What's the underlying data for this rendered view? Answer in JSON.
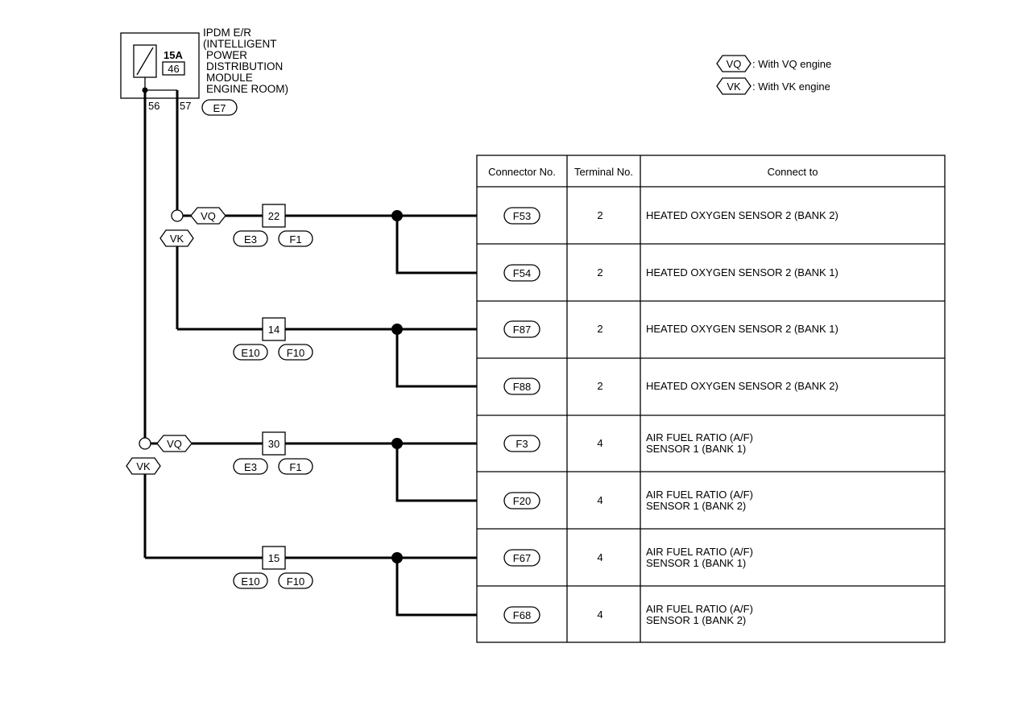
{
  "ipdm": {
    "fuse_rating": "15A",
    "fuse_number": "46",
    "title_lines": [
      "IPDM E/R",
      "(INTELLIGENT",
      "POWER",
      "DISTRIBUTION",
      "MODULE",
      "ENGINE ROOM)"
    ],
    "terminal_left": "56",
    "terminal_right": "57",
    "connector": "E7"
  },
  "legend": [
    {
      "tag": "VQ",
      "text": ": With VQ engine"
    },
    {
      "tag": "VK",
      "text": ": With VK engine"
    }
  ],
  "junctions": [
    {
      "number": "22",
      "connectors": [
        "E3",
        "F1"
      ]
    },
    {
      "number": "14",
      "connectors": [
        "E10",
        "F10"
      ]
    },
    {
      "number": "30",
      "connectors": [
        "E3",
        "F1"
      ]
    },
    {
      "number": "15",
      "connectors": [
        "E10",
        "F10"
      ]
    }
  ],
  "branch_tags": {
    "upper_vq": "VQ",
    "upper_vk": "VK",
    "lower_vq": "VQ",
    "lower_vk": "VK"
  },
  "table": {
    "headers": [
      "Connector No.",
      "Terminal No.",
      "Connect to"
    ],
    "rows": [
      {
        "connector": "F53",
        "terminal": "2",
        "connect_to": [
          "HEATED OXYGEN SENSOR 2 (BANK 2)"
        ]
      },
      {
        "connector": "F54",
        "terminal": "2",
        "connect_to": [
          "HEATED OXYGEN SENSOR 2 (BANK 1)"
        ]
      },
      {
        "connector": "F87",
        "terminal": "2",
        "connect_to": [
          "HEATED OXYGEN SENSOR 2 (BANK 1)"
        ]
      },
      {
        "connector": "F88",
        "terminal": "2",
        "connect_to": [
          "HEATED OXYGEN SENSOR 2 (BANK 2)"
        ]
      },
      {
        "connector": "F3",
        "terminal": "4",
        "connect_to": [
          "AIR FUEL RATIO (A/F)",
          "SENSOR 1 (BANK 1)"
        ]
      },
      {
        "connector": "F20",
        "terminal": "4",
        "connect_to": [
          "AIR FUEL RATIO (A/F)",
          "SENSOR 1 (BANK 2)"
        ]
      },
      {
        "connector": "F67",
        "terminal": "4",
        "connect_to": [
          "AIR FUEL RATIO (A/F)",
          "SENSOR 1 (BANK 1)"
        ]
      },
      {
        "connector": "F68",
        "terminal": "4",
        "connect_to": [
          "AIR FUEL RATIO (A/F)",
          "SENSOR 1 (BANK 2)"
        ]
      }
    ]
  }
}
